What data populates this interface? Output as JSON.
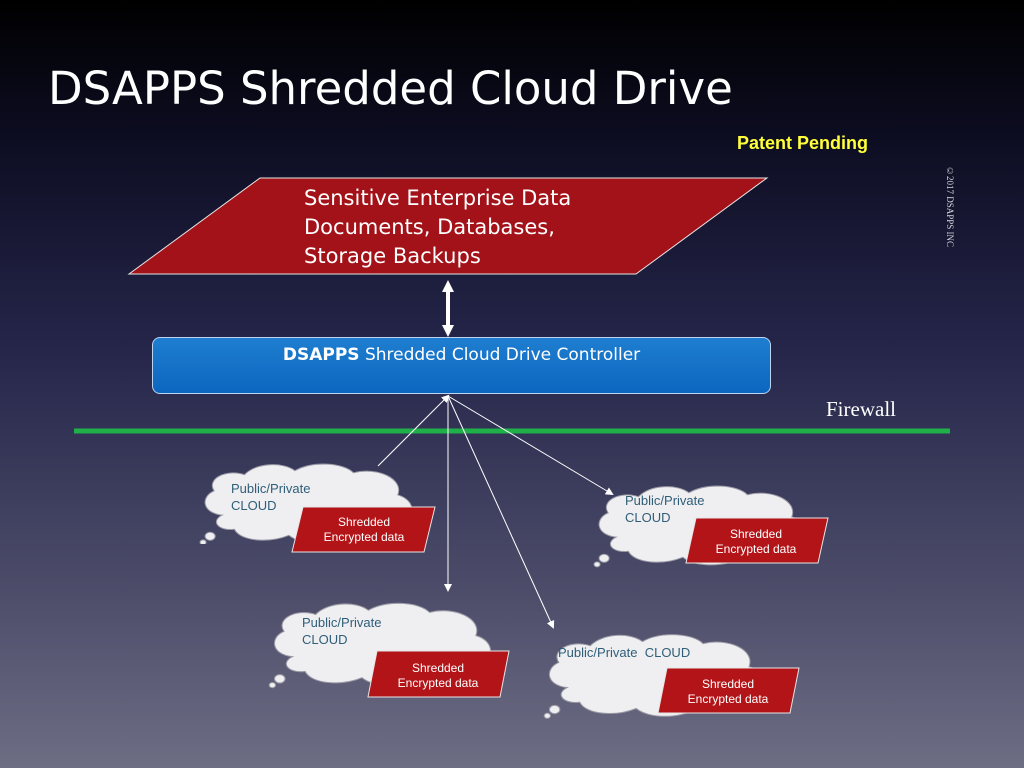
{
  "slide": {
    "title": "DSAPPS Shredded Cloud Drive",
    "patent": "Patent Pending",
    "copyright": "©2017 DSAPPS INC",
    "firewall": "Firewall"
  },
  "data_source": {
    "lines": [
      "Sensitive Enterprise Data",
      "Documents, Databases,",
      "Storage Backups"
    ]
  },
  "controller": {
    "brand": "DSAPPS",
    "label": "Shredded Cloud Drive Controller"
  },
  "clouds": [
    {
      "lines": [
        "Public/Private",
        "CLOUD"
      ],
      "shred": [
        "Shredded",
        "Encrypted data"
      ]
    },
    {
      "lines": [
        "Public/Private",
        "CLOUD"
      ],
      "shred": [
        "Shredded",
        "Encrypted data"
      ]
    },
    {
      "lines": [
        "Public/Private",
        "CLOUD"
      ],
      "shred": [
        "Shredded",
        "Encrypted data"
      ]
    },
    {
      "lines": [
        "Public/Private  CLOUD"
      ],
      "shred": [
        "Shredded",
        "Encrypted data"
      ]
    }
  ],
  "colors": {
    "data_parallelogram": "#a31218",
    "controller": "#0f6cc4",
    "firewall_line": "#1fb04a",
    "patent_text": "#ffff3a",
    "cloud_text": "#2f5e78"
  }
}
